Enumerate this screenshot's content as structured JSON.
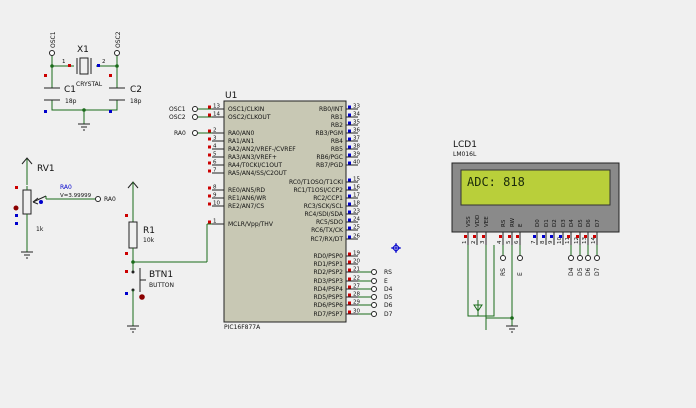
{
  "crystal": {
    "ref": "X1",
    "value": "CRYSTAL",
    "pin1": "1",
    "pin2": "2",
    "osc1_label": "OSC1",
    "osc2_label": "OSC2"
  },
  "capacitors": [
    {
      "ref": "C1",
      "value": "18p"
    },
    {
      "ref": "C2",
      "value": "18p"
    }
  ],
  "mcu": {
    "ref": "U1",
    "part": "PIC16F877A",
    "left_pins": [
      {
        "num": "13",
        "name": "OSC1/CLKIN"
      },
      {
        "num": "14",
        "name": "OSC2/CLKOUT"
      },
      {
        "num": "2",
        "name": "RA0/AN0"
      },
      {
        "num": "3",
        "name": "RA1/AN1"
      },
      {
        "num": "4",
        "name": "RA2/AN2/VREF-/CVREF"
      },
      {
        "num": "5",
        "name": "RA3/AN3/VREF+"
      },
      {
        "num": "6",
        "name": "RA4/T0CKI/C1OUT"
      },
      {
        "num": "7",
        "name": "RA5/AN4/SS/C2OUT"
      },
      {
        "num": "8",
        "name": "RE0/AN5/RD"
      },
      {
        "num": "9",
        "name": "RE1/AN6/WR"
      },
      {
        "num": "10",
        "name": "RE2/AN7/CS"
      },
      {
        "num": "1",
        "name": "MCLR/Vpp/THV"
      }
    ],
    "right_pins": [
      {
        "num": "33",
        "name": "RB0/INT"
      },
      {
        "num": "34",
        "name": "RB1"
      },
      {
        "num": "35",
        "name": "RB2"
      },
      {
        "num": "36",
        "name": "RB3/PGM"
      },
      {
        "num": "37",
        "name": "RB4"
      },
      {
        "num": "38",
        "name": "RB5"
      },
      {
        "num": "39",
        "name": "RB6/PGC"
      },
      {
        "num": "40",
        "name": "RB7/PGD"
      },
      {
        "num": "15",
        "name": "RC0/T1OSO/T1CKI"
      },
      {
        "num": "16",
        "name": "RC1/T1OSI/CCP2"
      },
      {
        "num": "17",
        "name": "RC2/CCP1"
      },
      {
        "num": "18",
        "name": "RC3/SCK/SCL"
      },
      {
        "num": "23",
        "name": "RC4/SDI/SDA"
      },
      {
        "num": "24",
        "name": "RC5/SDO"
      },
      {
        "num": "25",
        "name": "RC6/TX/CK"
      },
      {
        "num": "26",
        "name": "RC7/RX/DT"
      },
      {
        "num": "19",
        "name": "RD0/PSP0"
      },
      {
        "num": "20",
        "name": "RD1/PSP1"
      },
      {
        "num": "21",
        "name": "RD2/PSP2"
      },
      {
        "num": "22",
        "name": "RD3/PSP3"
      },
      {
        "num": "27",
        "name": "RD4/PSP4"
      },
      {
        "num": "28",
        "name": "RD5/PSP5"
      },
      {
        "num": "29",
        "name": "RD6/PSP6"
      },
      {
        "num": "30",
        "name": "RD7/PSP7"
      }
    ]
  },
  "terminals": {
    "left": [
      "OSC1",
      "OSC2",
      "RA0"
    ],
    "right": [
      "RS",
      "E",
      "D4",
      "D5",
      "D6",
      "D7"
    ],
    "pot_out": "RA0"
  },
  "pot": {
    "ref": "RV1",
    "value": "1k",
    "probe_label": "RA0",
    "probe_value": "V=3.99999"
  },
  "resistor": {
    "ref": "R1",
    "value": "10k"
  },
  "button": {
    "ref": "BTN1",
    "value": "BUTTON"
  },
  "lcd": {
    "ref": "LCD1",
    "part": "LM016L",
    "display_text": "ADC: 818",
    "pins": [
      {
        "num": "1",
        "name": "VSS"
      },
      {
        "num": "2",
        "name": "VDD"
      },
      {
        "num": "3",
        "name": "VEE"
      },
      {
        "num": "4",
        "name": "RS"
      },
      {
        "num": "5",
        "name": "RW"
      },
      {
        "num": "6",
        "name": "E"
      },
      {
        "num": "7",
        "name": "D0"
      },
      {
        "num": "8",
        "name": "D1"
      },
      {
        "num": "9",
        "name": "D2"
      },
      {
        "num": "10",
        "name": "D3"
      },
      {
        "num": "11",
        "name": "D4"
      },
      {
        "num": "12",
        "name": "D5"
      },
      {
        "num": "13",
        "name": "D6"
      },
      {
        "num": "14",
        "name": "D7"
      }
    ],
    "net_labels": [
      "RS",
      "E",
      "D4",
      "D5",
      "D6",
      "D7"
    ]
  },
  "colors": {
    "background": "#f0f0f0",
    "wire": "#1a6b1a",
    "ic_body": "#c8c8b4",
    "lcd_screen": "#b9cf3a",
    "pin_marker": "#cc0000"
  }
}
